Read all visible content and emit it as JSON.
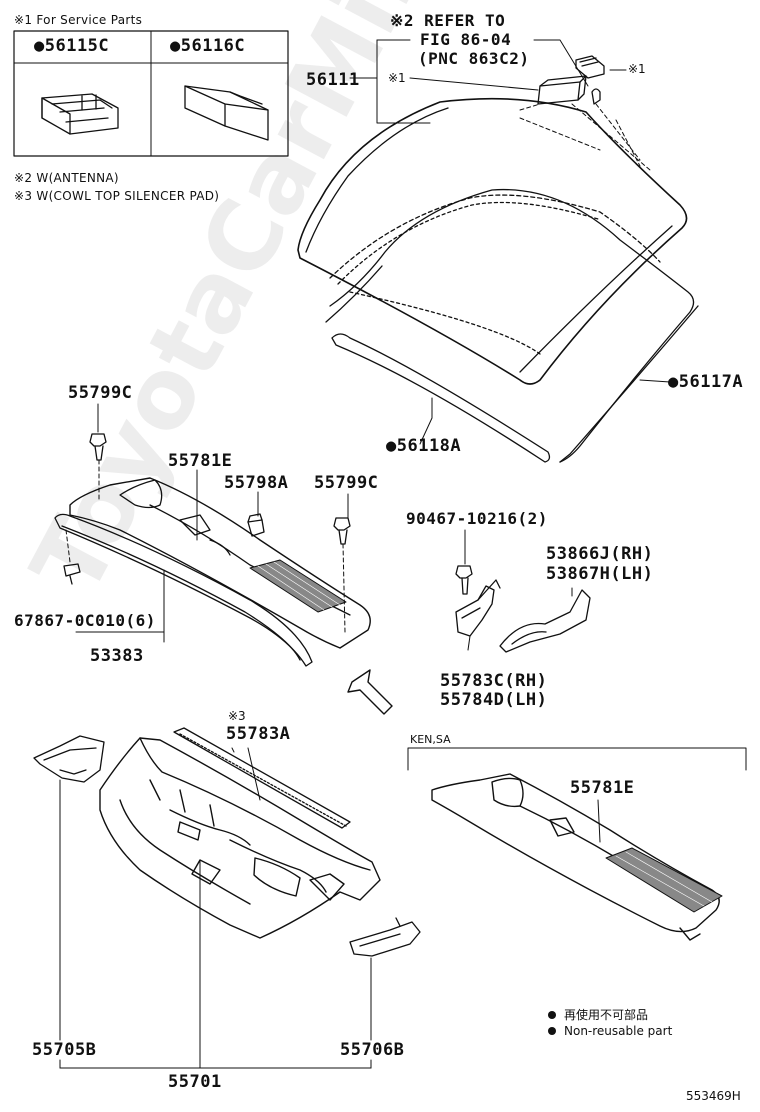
{
  "notes": {
    "service": "※1 For Service Parts",
    "antenna": "※2 W(ANTENNA)",
    "silencer": "※3 W(COWL TOP SILENCER PAD)"
  },
  "service_box": {
    "left_part": "●56115C",
    "right_part": "●56116C"
  },
  "refer": {
    "line1": "※2 REFER TO",
    "line2": "FIG 86-04",
    "line3": "(PNC 863C2)"
  },
  "marks": {
    "star1_a": "※1",
    "star1_b": "※1",
    "star3": "※3"
  },
  "parts": {
    "p56111": "56111",
    "p56117A": "●56117A",
    "p56118A": "●56118A",
    "p55799C_a": "55799C",
    "p55781E_a": "55781E",
    "p55798A": "55798A",
    "p55799C_b": "55799C",
    "p90467": "90467-10216(2)",
    "p53866J": "53866J(RH)",
    "p53867H": "53867H(LH)",
    "p67867": "67867-0C010(6)",
    "p53383": "53383",
    "p55783C": "55783C(RH)",
    "p55784D": "55784D(LH)",
    "p55783A": "55783A",
    "p55781E_b": "55781E",
    "p55705B": "55705B",
    "p55706B": "55706B",
    "p55701": "55701"
  },
  "variant_label": "KEN,SA",
  "legend": {
    "jp": "再使用不可部品",
    "en": "Non-reusable part"
  },
  "figure_id": "553469H",
  "watermark": "ToyotaCarMine.ru"
}
